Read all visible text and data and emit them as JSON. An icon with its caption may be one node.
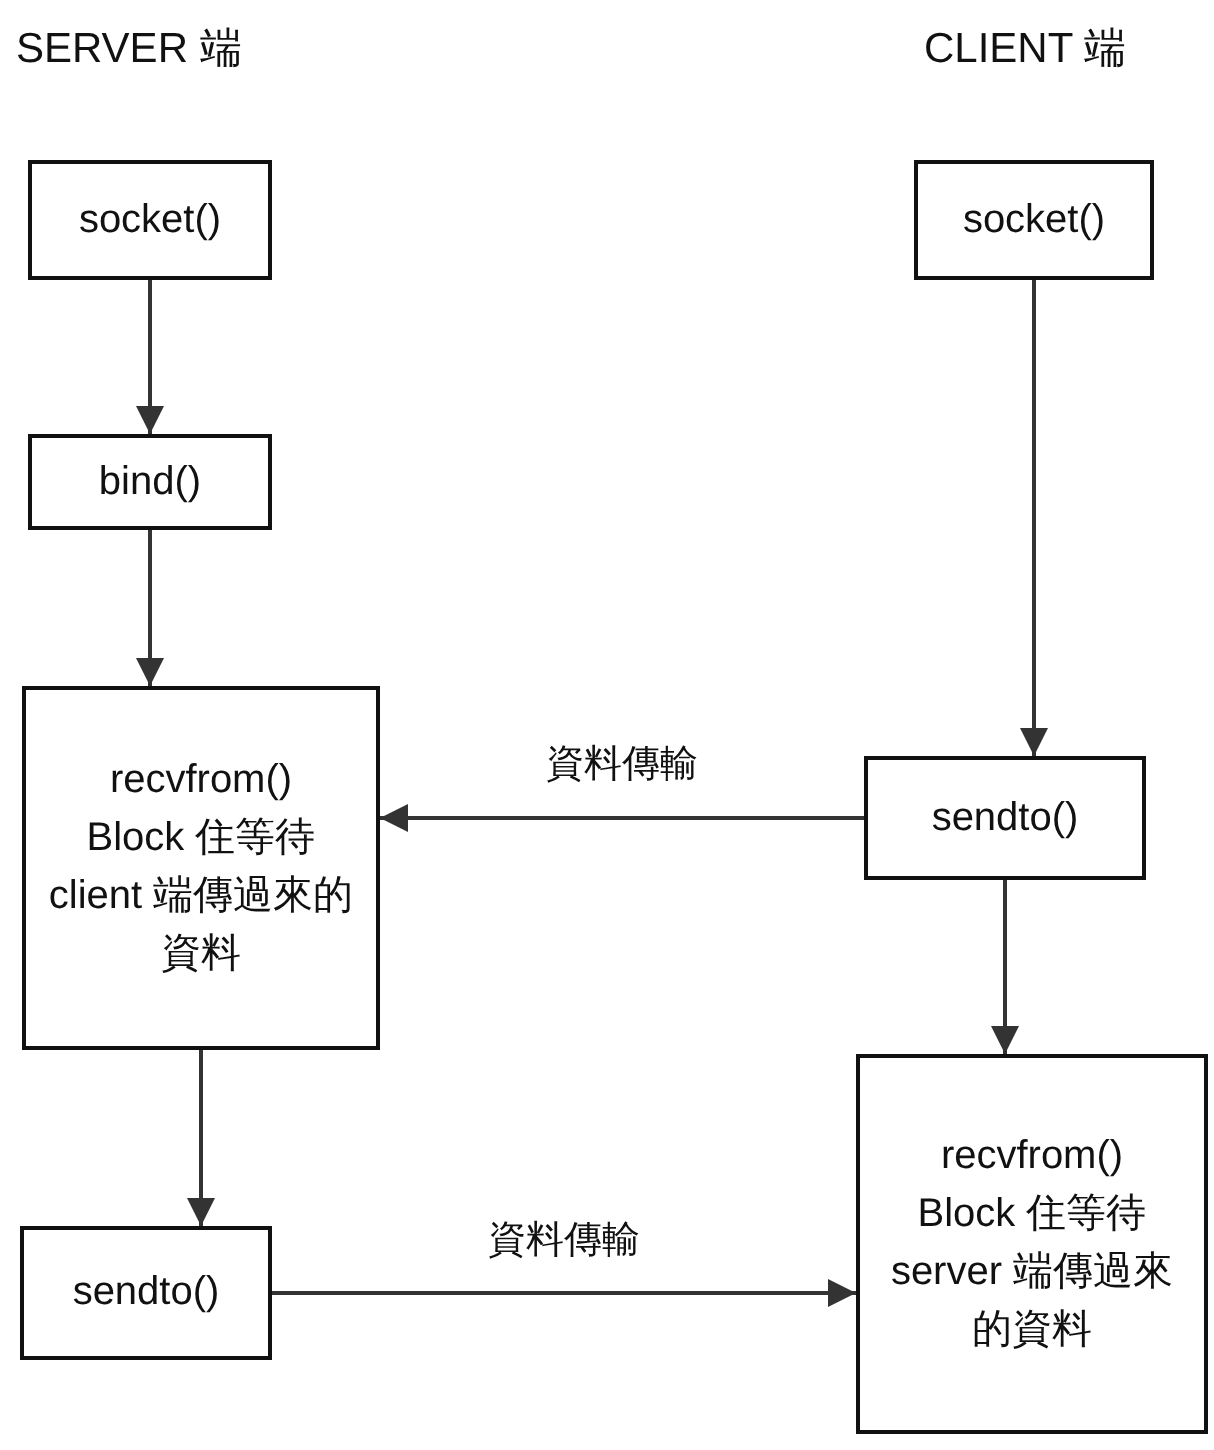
{
  "diagram": {
    "nodes": [
      {
        "text": [
          "socket()"
        ]
      },
      {
        "text": [
          "bind()"
        ]
      },
      {
        "text": [
          "recvfrom()",
          "Block 住等待 client 端傳過來的資料"
        ]
      },
      {
        "text": [
          "sendto()"
        ]
      },
      {
        "text": [
          "socket()"
        ]
      },
      {
        "text": [
          "sendto()"
        ]
      },
      {
        "text": [
          "recvfrom()",
          "Block 住等待 server 端傳過來的資料"
        ]
      }
    ],
    "edges": [
      {
        "from": 0,
        "to": 1,
        "arrow": "to"
      },
      {
        "from": 1,
        "to": 2,
        "arrow": "to"
      },
      {
        "from": 2,
        "to": 3,
        "arrow": "to"
      },
      {
        "from": 4,
        "to": 5,
        "arrow": "to"
      },
      {
        "from": 5,
        "to": 2,
        "arrow": "to",
        "label": "資料傳輸"
      },
      {
        "from": 5,
        "to": 6,
        "arrow": "to"
      },
      {
        "from": 3,
        "to": 6,
        "arrow": "to",
        "label": "資料傳輸"
      }
    ],
    "labels": [
      "SERVER 端",
      "CLIENT 端"
    ]
  }
}
